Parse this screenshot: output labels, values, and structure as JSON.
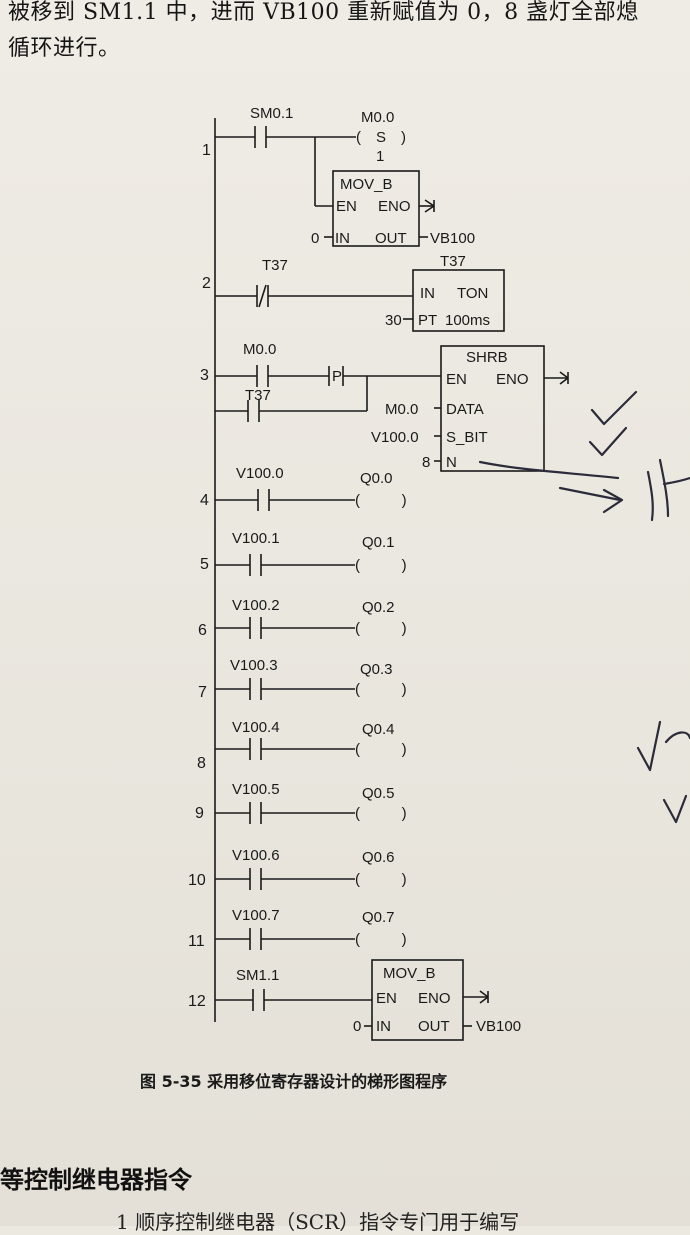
{
  "header": {
    "line1": "被移到 SM1.1 中，进而 VB100 重新赋值为 0，8 盏灯全部熄",
    "line2": "循环进行。"
  },
  "ladder": {
    "rung1": {
      "number": "1",
      "contact": "SM0.1",
      "coil_addr": "M0.0",
      "coil_type": "S",
      "coil_count": "1",
      "box": {
        "title": "MOV_B",
        "en": "EN",
        "eno": "ENO",
        "in": "IN",
        "out": "OUT",
        "in_val": "0",
        "out_val": "VB100"
      }
    },
    "rung2": {
      "number": "2",
      "contact": "T37",
      "box": {
        "in": "IN",
        "type": "TON",
        "pt": "PT",
        "pt_val": "30",
        "base": "100ms",
        "addr": "T37"
      }
    },
    "rung3": {
      "number": "3",
      "contact1": "M0.0",
      "p_label": "P",
      "contact2": "T37",
      "box": {
        "title": "SHRB",
        "en": "EN",
        "eno": "ENO",
        "data": "DATA",
        "data_val": "M0.0",
        "sbit": "S_BIT",
        "sbit_val": "V100.0",
        "n": "N",
        "n_val": "8"
      }
    },
    "outputs": [
      {
        "number": "4",
        "contact": "V100.0",
        "coil": "Q0.0"
      },
      {
        "number": "5",
        "contact": "V100.1",
        "coil": "Q0.1"
      },
      {
        "number": "6",
        "contact": "V100.2",
        "coil": "Q0.2"
      },
      {
        "number": "7",
        "contact": "V100.3",
        "coil": "Q0.3"
      },
      {
        "number": "8",
        "contact": "V100.4",
        "coil": "Q0.4"
      },
      {
        "number": "9",
        "contact": "V100.5",
        "coil": "Q0.5"
      },
      {
        "number": "10",
        "contact": "V100.6",
        "coil": "Q0.6"
      },
      {
        "number": "11",
        "contact": "V100.7",
        "coil": "Q0.7"
      }
    ],
    "rung12": {
      "number": "12",
      "contact": "SM1.1",
      "box": {
        "title": "MOV_B",
        "en": "EN",
        "eno": "ENO",
        "in": "IN",
        "out": "OUT",
        "in_val": "0",
        "out_val": "VB100"
      }
    },
    "coil_paren": "(          )"
  },
  "caption": "图 5-35    采用移位寄存器设计的梯形图程序",
  "section_title": "等控制继电器指令",
  "footer_line": "1 顺序控制继电器（SCR）指令专门用于编写"
}
